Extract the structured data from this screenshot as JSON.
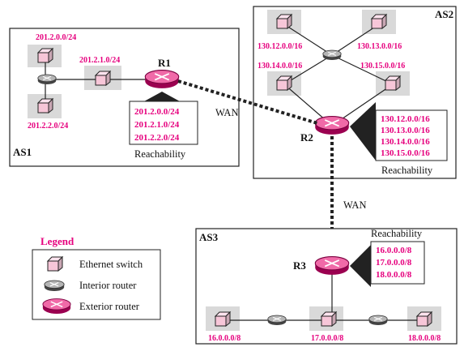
{
  "autonomous_systems": {
    "as1": {
      "title": "AS1"
    },
    "as2": {
      "title": "AS2"
    },
    "as3": {
      "title": "AS3"
    }
  },
  "routers": {
    "r1": "R1",
    "r2": "R2",
    "r3": "R3"
  },
  "networks": {
    "as1": [
      "201.2.0.0/24",
      "201.2.1.0/24",
      "201.2.2.0/24"
    ],
    "as2": [
      "130.12.0.0/16",
      "130.13.0.0/16",
      "130.14.0.0/16",
      "130.15.0.0/16"
    ],
    "as3": [
      "16.0.0.0/8",
      "17.0.0.0/8",
      "18.0.0.0/8"
    ]
  },
  "reachability": {
    "title": "Reachability",
    "r1": [
      "201.2.0.0/24",
      "201.2.1.0/24",
      "201.2.2.0/24"
    ],
    "r2": [
      "130.12.0.0/16",
      "130.13.0.0/16",
      "130.14.0.0/16",
      "130.15.0.0/16"
    ],
    "r3": [
      "16.0.0.0/8",
      "17.0.0.0/8",
      "18.0.0.0/8"
    ]
  },
  "links": {
    "wan_label": "WAN"
  },
  "legend": {
    "title": "Legend",
    "ethernet_switch": "Ethernet switch",
    "interior_router": "Interior router",
    "exterior_router": "Exterior router"
  },
  "colors": {
    "accent_pink": "#e6007e",
    "exterior_router": "#e6007e",
    "interior_router": "#8a8a8a",
    "switch_face": "#f7c6d8",
    "network_bg": "#d9d9d9"
  }
}
